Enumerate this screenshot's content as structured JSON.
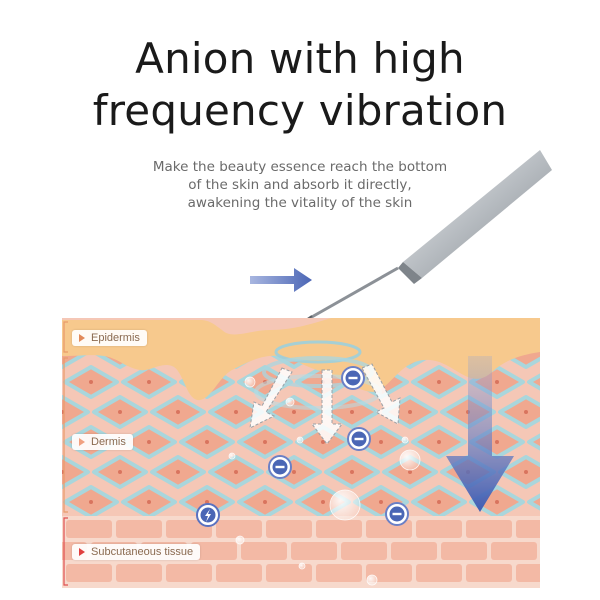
{
  "heading": {
    "line1": "Anion with high",
    "line2": "frequency vibration"
  },
  "subheading": {
    "line1": "Make the beauty essence reach the bottom",
    "line2": "of the skin and absorb it directly,",
    "line3": "awakening the vitality of the skin"
  },
  "layers": {
    "epidermis": "Epidermis",
    "dermis": "Dermis",
    "subcutaneous": "Subcutaneous tissue"
  },
  "colors": {
    "epidermis": "#f6c888",
    "dermis_cell": "#f0a88f",
    "membrane": "#a9d6dc",
    "subcutaneous": "#f3b9a5",
    "arrow_blue": "#4a66b5",
    "probe": "#9ea3a8",
    "bracket": "#e05050"
  },
  "icons": {
    "probe": "beauty-probe-icon",
    "ion": "anion-ion-icon",
    "bolt": "lightning-ion-icon"
  }
}
